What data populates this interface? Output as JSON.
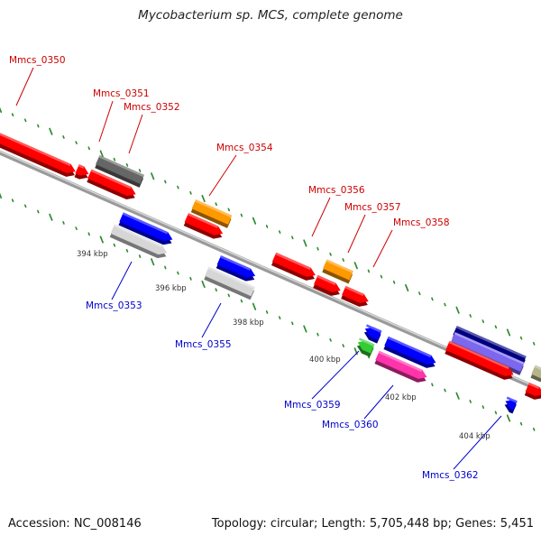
{
  "title": "Mycobacterium sp. MCS, complete genome",
  "footer": {
    "accession": "Accession: NC_008146",
    "topology": "Topology: circular; Length: 5,705,448 bp; Genes: 5,451"
  },
  "colors": {
    "forward_label": "#cc0000",
    "reverse_label": "#0000cc",
    "backbone": "#888888",
    "tick": "#2e8b2e"
  },
  "scale_labels": [
    {
      "id": "394",
      "text": "394 kbp"
    },
    {
      "id": "396",
      "text": "396 kbp"
    },
    {
      "id": "398",
      "text": "398 kbp"
    },
    {
      "id": "400",
      "text": "400 kbp"
    },
    {
      "id": "402",
      "text": "402 kbp"
    },
    {
      "id": "404",
      "text": "404 kbp"
    }
  ],
  "forward_genes": [
    {
      "id": "0350",
      "label": "Mmcs_0350",
      "color": "#ff0000"
    },
    {
      "id": "0351",
      "label": "Mmcs_0351",
      "color": "#666666"
    },
    {
      "id": "0352",
      "label": "Mmcs_0352",
      "color": "#ff0000"
    },
    {
      "id": "0354",
      "label": "Mmcs_0354",
      "color": "#ff9900"
    },
    {
      "id": "0356",
      "label": "Mmcs_0356",
      "color": "#ff0000"
    },
    {
      "id": "0357",
      "label": "Mmcs_0357",
      "color": "#ff9900"
    },
    {
      "id": "0358",
      "label": "Mmcs_0358",
      "color": "#ff0000"
    }
  ],
  "reverse_genes": [
    {
      "id": "0353",
      "label": "Mmcs_0353",
      "color": "#0000ff"
    },
    {
      "id": "0355",
      "label": "Mmcs_0355",
      "color": "#0000ff"
    },
    {
      "id": "0359",
      "label": "Mmcs_0359",
      "color": "#33cc33"
    },
    {
      "id": "0360",
      "label": "Mmcs_0360",
      "color": "#ff33aa"
    },
    {
      "id": "0362",
      "label": "Mmcs_0362",
      "color": "#0000ff"
    }
  ]
}
